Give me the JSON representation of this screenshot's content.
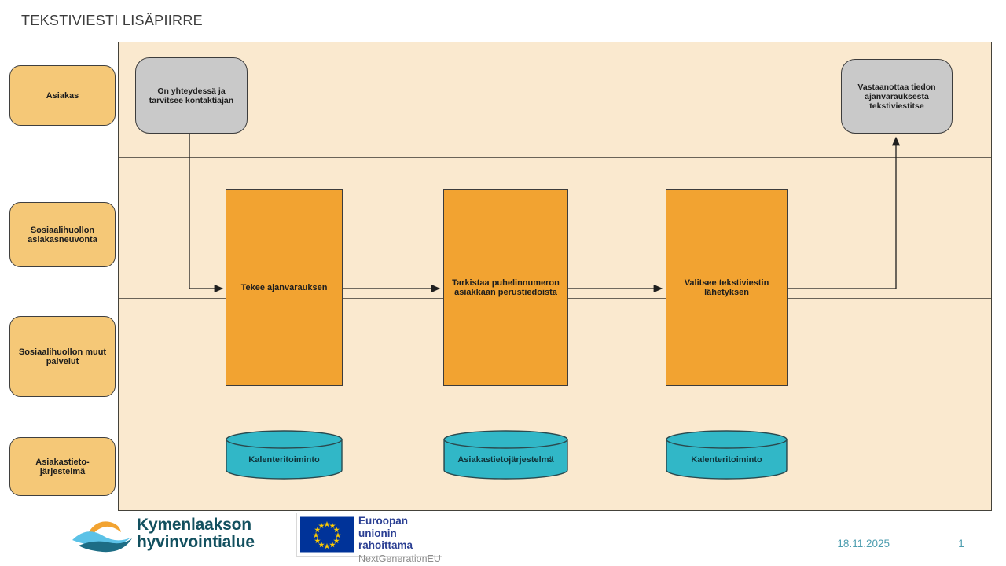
{
  "title": "TEKSTIVIESTI LISÄPIIRRE",
  "lanes": [
    {
      "label": "Asiakas"
    },
    {
      "label": "Sosiaalihuollon asiakasneuvonta"
    },
    {
      "label": "Sosiaalihuollon muut palvelut"
    },
    {
      "label": "Asiakastieto-järjestelmä"
    }
  ],
  "nodes": {
    "start_event": "On yhteydessä ja tarvitsee kontaktiajan",
    "end_event": "Vastaanottaa tiedon ajanvarauksesta tekstiviestitse",
    "tasks": [
      {
        "label": "Tekee ajanvarauksen"
      },
      {
        "label": "Tarkistaa puhelinnumeron asiakkaan perustiedoista"
      },
      {
        "label": "Valitsee tekstiviestin lähetyksen"
      }
    ],
    "datastores": [
      {
        "label": "Kalenteritoiminto"
      },
      {
        "label": "Asiakastietojärjestelmä"
      },
      {
        "label": "Kalenteritoiminto"
      }
    ]
  },
  "footer": {
    "org_line1": "Kymenlaakson",
    "org_line2": "hyvinvointialue",
    "eu_funding_line1": "Euroopan unionin",
    "eu_funding_line2": "rahoittama",
    "eu_program": "NextGenerationEU",
    "date": "18.11.2025",
    "page_number": "1"
  },
  "colors": {
    "lane_label_fill": "#F5C877",
    "task_fill": "#F2A331",
    "event_fill": "#C9C9C9",
    "datastore_fill": "#31B7C7",
    "panel_background": "#FAE9CF",
    "accent_teal": "#4D9DAF",
    "eu_flag_blue": "#003399",
    "eu_star_yellow": "#FFCC00",
    "org_text_color": "#12505F"
  }
}
